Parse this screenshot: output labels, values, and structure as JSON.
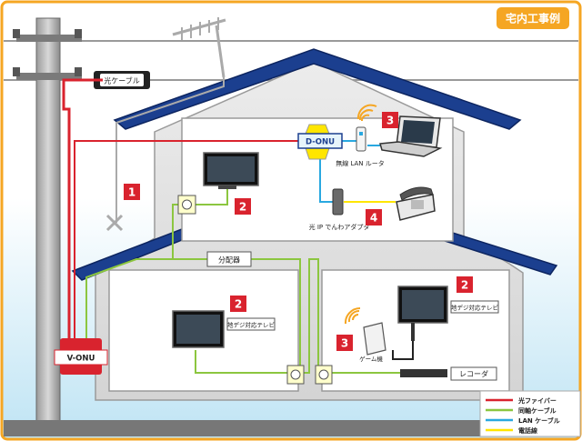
{
  "title": "宅内工事例",
  "labels": {
    "fiber_cable": "光ケーブル",
    "d_onu": "D-ONU",
    "v_onu": "V-ONU",
    "splitter": "分配器",
    "wireless_router": "無線 LAN ルータ",
    "phone_adapter": "光 IP でんわアダプタ",
    "tv_upstairs": "地デジ対応テレビ",
    "tv_downstairs": "地デジ対応テレビ",
    "game_console": "ゲーム機",
    "recorder": "レコーダ"
  },
  "badges": {
    "one": "1",
    "two_a": "2",
    "two_b": "2",
    "two_c": "2",
    "three_a": "3",
    "three_b": "3",
    "four": "4"
  },
  "legend": {
    "items": [
      {
        "label": "光ファイバー",
        "color": "#d9232e"
      },
      {
        "label": "同軸ケーブル",
        "color": "#8cc63f"
      },
      {
        "label": "LAN ケーブル",
        "color": "#29a8e0"
      },
      {
        "label": "電話線",
        "color": "#ffe600"
      }
    ]
  },
  "colors": {
    "frame": "#f5a623",
    "badge_red": "#d9232e",
    "roof_blue": "#1b3f8f",
    "sky": "#d6eef8"
  }
}
